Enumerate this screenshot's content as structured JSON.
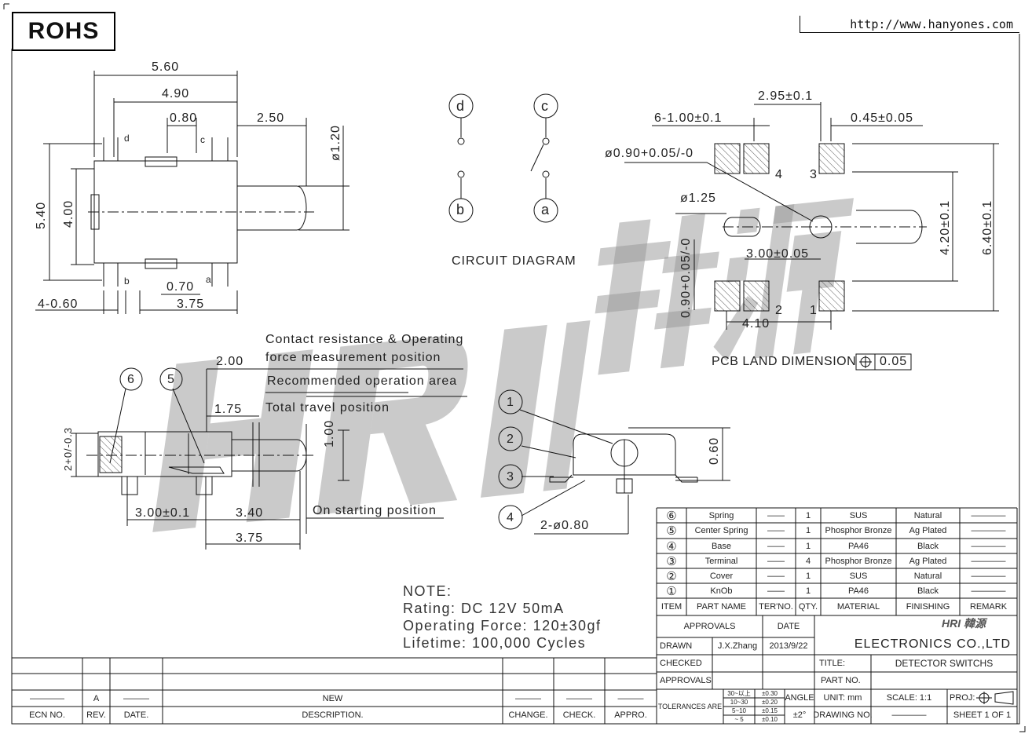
{
  "header": {
    "rohs": "ROHS",
    "url": "http://www.hanyones.com"
  },
  "watermark": "HRI 韓源",
  "top_view": {
    "dims": [
      "5.60",
      "4.90",
      "0.80",
      "2.50",
      "ø1.20",
      "5.40",
      "4.00",
      "4-0.60",
      "0.70",
      "3.75"
    ],
    "pins": [
      "d",
      "c",
      "b",
      "a"
    ]
  },
  "circuit": {
    "nodes": [
      "d",
      "c",
      "b",
      "a"
    ],
    "label": "CIRCUIT DIAGRAM"
  },
  "pcb": {
    "dims": [
      "2.95±0.1",
      "6-1.00±0.1",
      "0.45±0.05",
      "ø0.90+0.05/-0",
      "ø1.25",
      "3.00±0.05",
      "0.90+0.05/-0",
      "4.10",
      "4.20±0.1",
      "6.40±0.1"
    ],
    "pad_numbers": [
      "4",
      "3",
      "2",
      "1"
    ],
    "label": "PCB LAND DIMENSION",
    "tolerance": "0.05"
  },
  "side_view": {
    "annotations": [
      "Contact resistance & Operating",
      "force measurement position",
      "Recommended operation area",
      "Total travel  position",
      "On starting position"
    ],
    "dims": [
      "2.00",
      "1.75",
      "1.00",
      "2+0/-0.3",
      "3.00±0.1",
      "3.40",
      "3.75"
    ],
    "balloons": [
      "6",
      "5"
    ]
  },
  "front_view": {
    "balloons": [
      "1",
      "2",
      "3",
      "4"
    ],
    "dims": [
      "0.60",
      "2-ø0.80"
    ]
  },
  "note": {
    "title": "NOTE:",
    "lines": [
      "Rating: DC 12V 50mA",
      "Operating Force: 120±30gf",
      "Lifetime:   100,000 Cycles"
    ]
  },
  "bom": {
    "headers": [
      "ITEM",
      "PART NAME",
      "TER'NO.",
      "QTY.",
      "MATERIAL",
      "FINISHING",
      "REMARK"
    ],
    "rows": [
      {
        "item": "6",
        "name": "Spring",
        "ter": "——",
        "qty": "1",
        "material": "SUS",
        "finishing": "Natural",
        "remark": "————"
      },
      {
        "item": "5",
        "name": "Center Spring",
        "ter": "——",
        "qty": "1",
        "material": "Phosphor Bronze",
        "finishing": "Ag Plated",
        "remark": "————"
      },
      {
        "item": "4",
        "name": "Base",
        "ter": "——",
        "qty": "1",
        "material": "PA46",
        "finishing": "Black",
        "remark": "————"
      },
      {
        "item": "3",
        "name": "Terminal",
        "ter": "——",
        "qty": "4",
        "material": "Phosphor Bronze",
        "finishing": "Ag Plated",
        "remark": "————"
      },
      {
        "item": "2",
        "name": "Cover",
        "ter": "——",
        "qty": "1",
        "material": "SUS",
        "finishing": "Natural",
        "remark": "————"
      },
      {
        "item": "1",
        "name": "KnOb",
        "ter": "——",
        "qty": "1",
        "material": "PA46",
        "finishing": "Black",
        "remark": "————"
      }
    ]
  },
  "title_block": {
    "approvals": "APPROVALS",
    "date": "DATE",
    "drawn": "DRAWN",
    "drawn_by": "J.X.Zhang",
    "drawn_date": "2013/9/22",
    "checked": "CHECKED",
    "approvals2": "APPROVALS",
    "company": "ELECTRONICS CO.,LTD",
    "logo": "HRI 韓源",
    "title_label": "TITLE:",
    "title": "DETECTOR SWITCHS",
    "part_no_label": "PART NO.",
    "tolerances_label": "TOLERANCES ARE",
    "tol_ranges": [
      "30~以上",
      "10~30",
      "5~10",
      "~ 5"
    ],
    "tol_values": [
      "±0.30",
      "±0.20",
      "±0.15",
      "±0.10"
    ],
    "angle_label": "ANGLE",
    "angle_value": "±2°",
    "unit": "UNIT: mm",
    "scale": "SCALE:  1:1",
    "proj": "PROJ:",
    "drawing_no_label": "DRAWING NO.",
    "drawing_no": "————",
    "sheet": "SHEET   1 OF 1"
  },
  "revision": {
    "headers": [
      "ECN NO.",
      "REV.",
      "DATE.",
      "DESCRIPTION.",
      "CHANGE.",
      "CHECK.",
      "APPRO."
    ],
    "row": [
      "————",
      "A",
      "———",
      "NEW",
      "———",
      "———",
      "———"
    ]
  }
}
